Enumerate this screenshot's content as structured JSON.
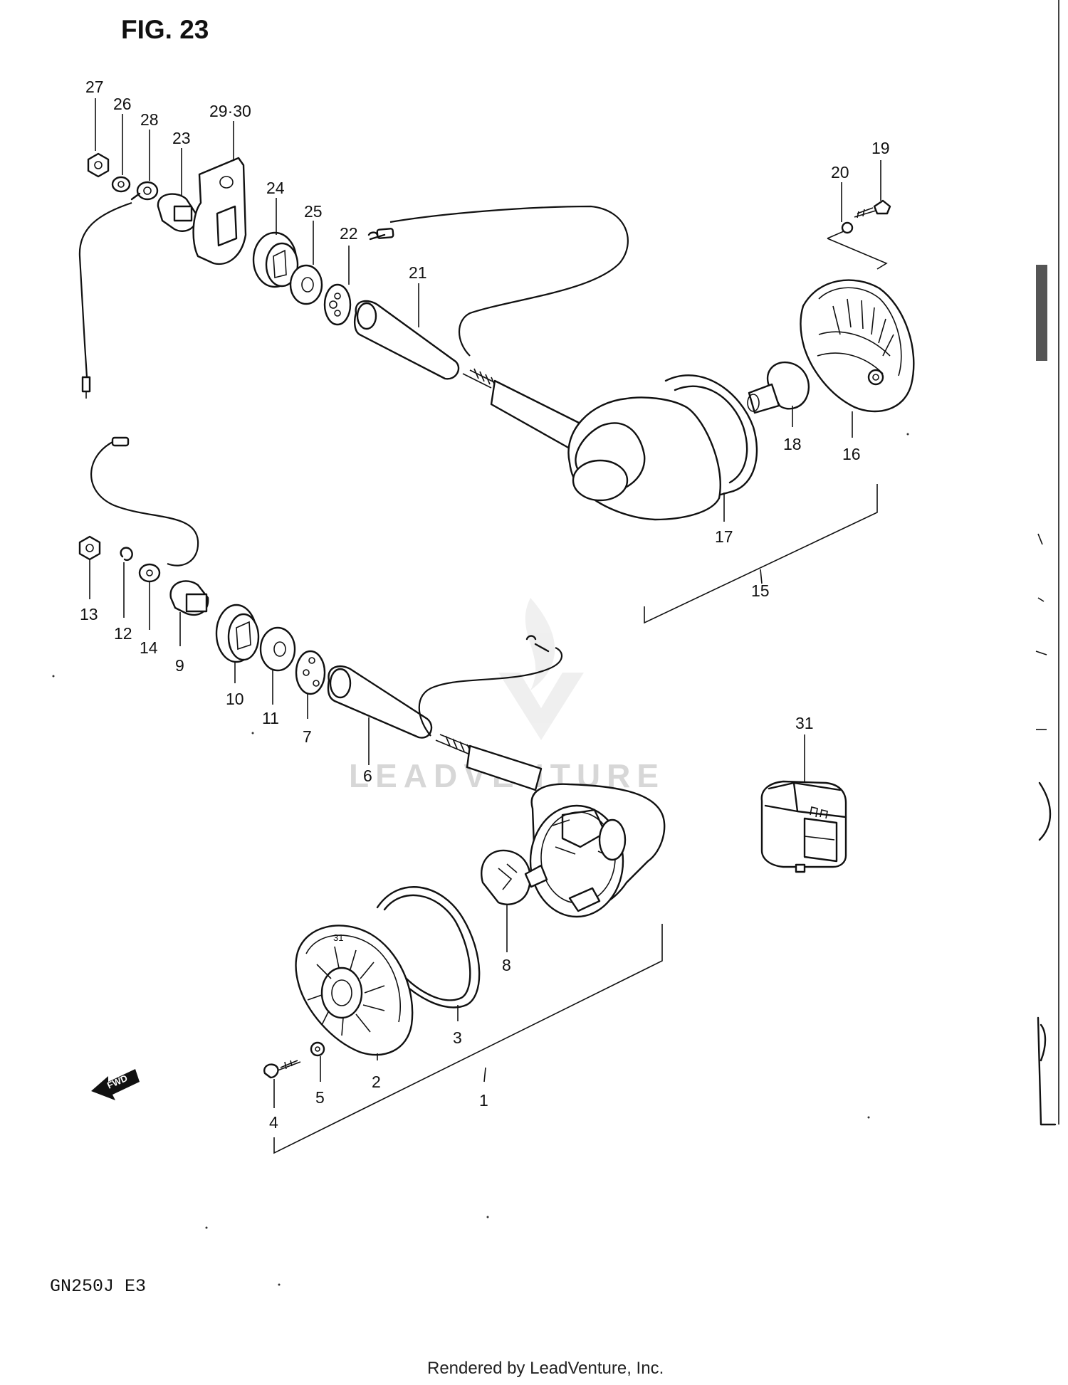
{
  "figure": {
    "title": "FIG. 23"
  },
  "model": "GN250J  E3",
  "footer": "Rendered by LeadVenture, Inc.",
  "watermark": "LEADVENTURE",
  "fwd_label": "FWD",
  "callouts": {
    "c1": "1",
    "c2": "2",
    "c3": "3",
    "c4": "4",
    "c5": "5",
    "c6": "6",
    "c7": "7",
    "c8": "8",
    "c9": "9",
    "c10": "10",
    "c11": "11",
    "c12": "12",
    "c13": "13",
    "c14": "14",
    "c15": "15",
    "c16": "16",
    "c17": "17",
    "c18": "18",
    "c19": "19",
    "c20": "20",
    "c21": "21",
    "c22": "22",
    "c23": "23",
    "c24": "24",
    "c25": "25",
    "c26": "26",
    "c27": "27",
    "c28": "28",
    "c29_30": "29·30",
    "c31": "31"
  }
}
